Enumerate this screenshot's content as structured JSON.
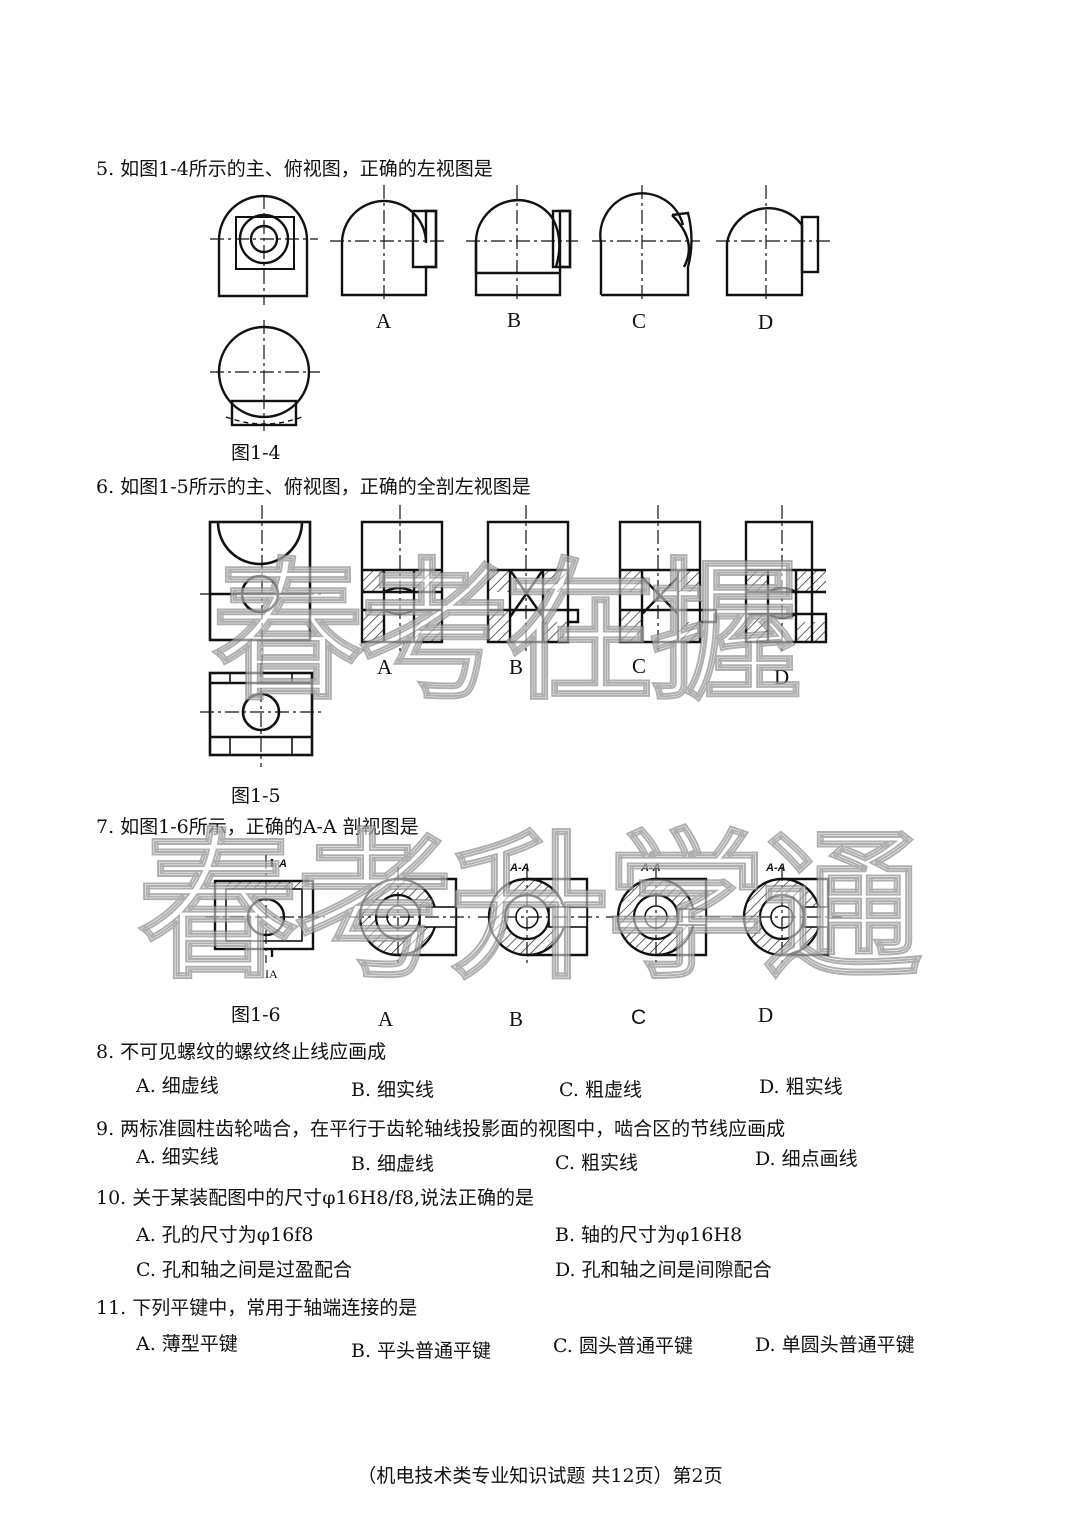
{
  "questions": {
    "q5": {
      "stem": "5. 如图1-4所示的主、俯视图，正确的左视图是",
      "figure_caption": "图1-4",
      "option_labels": [
        "A",
        "B",
        "C",
        "D"
      ]
    },
    "q6": {
      "stem": "6. 如图1-5所示的主、俯视图，正确的全剖左视图是",
      "figure_caption": "图1-5",
      "option_labels": [
        "A",
        "B",
        "C",
        "D"
      ]
    },
    "q7": {
      "stem": "7. 如图1-6所示，正确的A-A 剖视图是",
      "figure_caption": "图1-6",
      "figure_marks": {
        "top": "A",
        "bottom": "IA",
        "section": "A-A"
      },
      "option_labels": [
        "A",
        "B",
        "C",
        "D"
      ]
    },
    "q8": {
      "stem": "8.  不可见螺纹的螺纹终止线应画成",
      "options": [
        "A.  细虚线",
        "B.  细实线",
        "C. 粗虚线",
        "D. 粗实线"
      ]
    },
    "q9": {
      "stem": "9. 两标准圆柱齿轮啮合，在平行于齿轮轴线投影面的视图中，啮合区的节线应画成",
      "options": [
        "A.  细实线",
        "B. 细虚线",
        "C. 粗实线",
        "D. 细点画线"
      ]
    },
    "q10": {
      "stem": "10.  关于某装配图中的尺寸φ16H8/f8,说法正确的是",
      "options": [
        "A.  孔的尺寸为φ16f8",
        "B. 轴的尺寸为φ16H8",
        "C.  孔和轴之间是过盈配合",
        "D. 孔和轴之间是间隙配合"
      ]
    },
    "q11": {
      "stem": "11.  下列平键中，常用于轴端连接的是",
      "options": [
        "A.  薄型平键",
        "B. 平头普通平键",
        "C. 圆头普通平键",
        "D. 单圆头普通平键"
      ]
    }
  },
  "watermarks": [
    "春考在握",
    "春考升学通"
  ],
  "footer": "（机电技术类专业知识试题 共12页）第2页"
}
